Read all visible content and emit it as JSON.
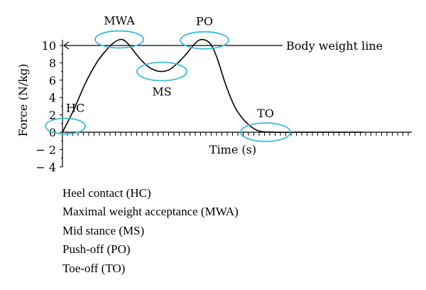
{
  "chart_data": {
    "type": "line",
    "title": "",
    "xlabel": "Time (s)",
    "ylabel": "Force (N/kg)",
    "ylim": [
      -4,
      10
    ],
    "yticks": [
      -4,
      -2,
      0,
      2,
      4,
      6,
      8,
      10
    ],
    "ytick_labels": [
      "− 4",
      "− 2",
      "0",
      "2",
      "4",
      "6",
      "8",
      "10"
    ],
    "x_ticks_labeled": false,
    "grid": false,
    "series": [
      {
        "x": [
          0,
          0.08,
          0.16,
          0.24,
          0.3,
          0.36,
          0.41,
          0.45,
          0.5,
          0.55,
          0.6,
          0.65,
          0.7,
          0.75,
          0.8,
          0.86,
          0.91,
          0.96,
          1.01,
          1.05,
          1.09,
          1.16,
          1.24,
          1.36,
          1.5,
          1.65,
          1.8,
          1.95,
          2.12
        ],
        "y": [
          0,
          2.6,
          5.6,
          8.0,
          9.3,
          10.3,
          10.7,
          10.4,
          9.4,
          8.4,
          7.6,
          7.15,
          7.0,
          7.2,
          7.8,
          8.8,
          9.8,
          10.6,
          10.6,
          10.0,
          8.5,
          5.0,
          2.2,
          0.3,
          0.0,
          0.0,
          0.0,
          0.0,
          0.0
        ]
      }
    ],
    "reference_line": {
      "y": 10,
      "label": "Body weight line"
    },
    "annotations": [
      {
        "label": "HC",
        "x": 0.02,
        "y": 0.7,
        "label_pos": "above-right"
      },
      {
        "label": "MWA",
        "x": 0.4,
        "y": 10.7,
        "label_pos": "above"
      },
      {
        "label": "MS",
        "x": 0.7,
        "y": 7.0,
        "label_pos": "below"
      },
      {
        "label": "PO",
        "x": 1.0,
        "y": 10.6,
        "label_pos": "above"
      },
      {
        "label": "TO",
        "x": 1.43,
        "y": 0.0,
        "label_pos": "above"
      }
    ],
    "legend_entries": [
      "Heel contact (HC)",
      "Maximal weight acceptance (MWA)",
      "Mid stance (MS)",
      "Push-off (PO)",
      "Toe-off (TO)"
    ],
    "colors": {
      "curve": "#000000",
      "axis": "#000000",
      "markers": "#3fb9d9"
    }
  }
}
